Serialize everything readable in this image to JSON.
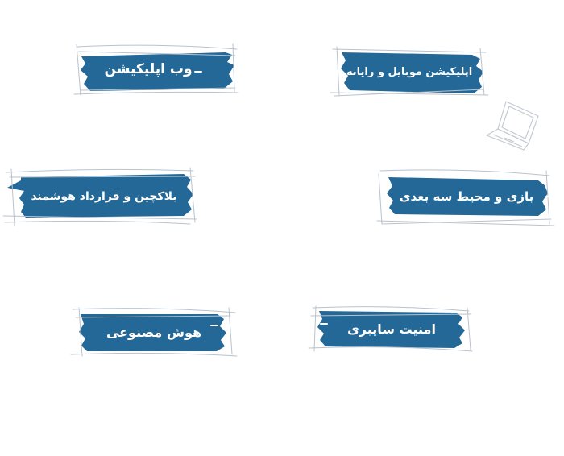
{
  "colors": {
    "accent": "#236896",
    "scribble": "#b9c2cc",
    "background": "#ffffff"
  },
  "labels": {
    "web_app": "وب اپلیکیشن",
    "mobile_app": "اپلیکیشن موبایل و رایانه",
    "blockchain": "بلاکچین و قرارداد هوشمند",
    "game_3d": "بازی و محیط سه بعدی",
    "ai": "هوش مصنوعی",
    "security": "امنیت سایبری"
  },
  "icons": {
    "device": "laptop-icon"
  }
}
